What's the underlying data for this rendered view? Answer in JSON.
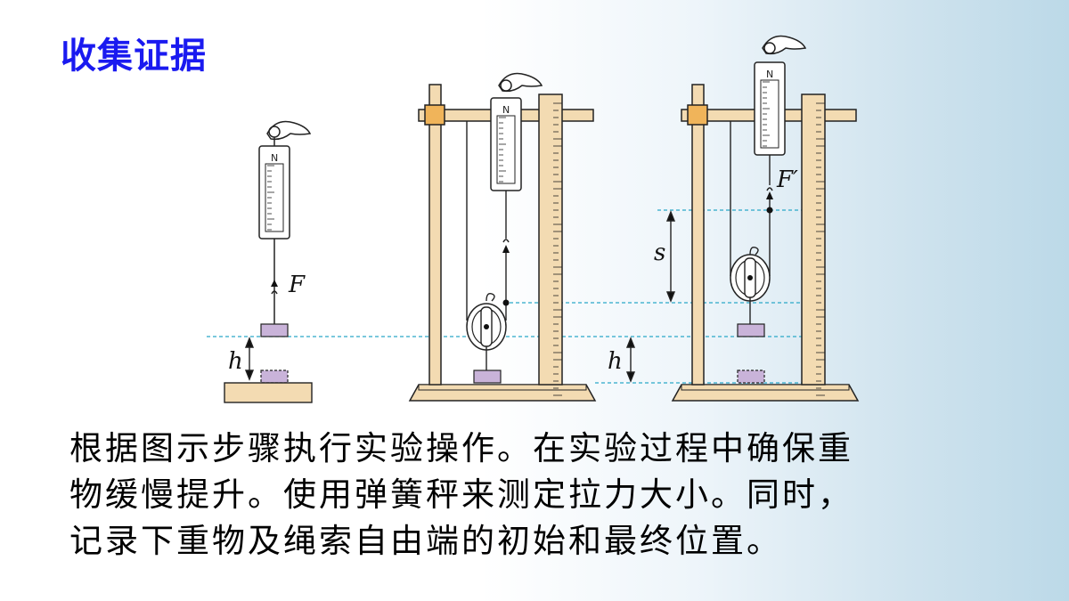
{
  "slide": {
    "title": "收集证据",
    "body_lines": [
      "根据图示步骤执行实验操作。在实验过程中确保重",
      "物缓慢提升。使用弹簧秤来测定拉力大小。同时，",
      "记录下重物及绳索自由端的初始和最终位置。"
    ]
  },
  "figure": {
    "labels": {
      "force_left": "F",
      "force_right": "F′",
      "height_left": "h",
      "height_right": "h",
      "distance": "s",
      "scale_unit": "N"
    },
    "colors": {
      "title": "#1a1af0",
      "wood": "#f3dbb2",
      "weight": "#c9b3d9",
      "dashed_line": "#2aa8c8"
    }
  }
}
